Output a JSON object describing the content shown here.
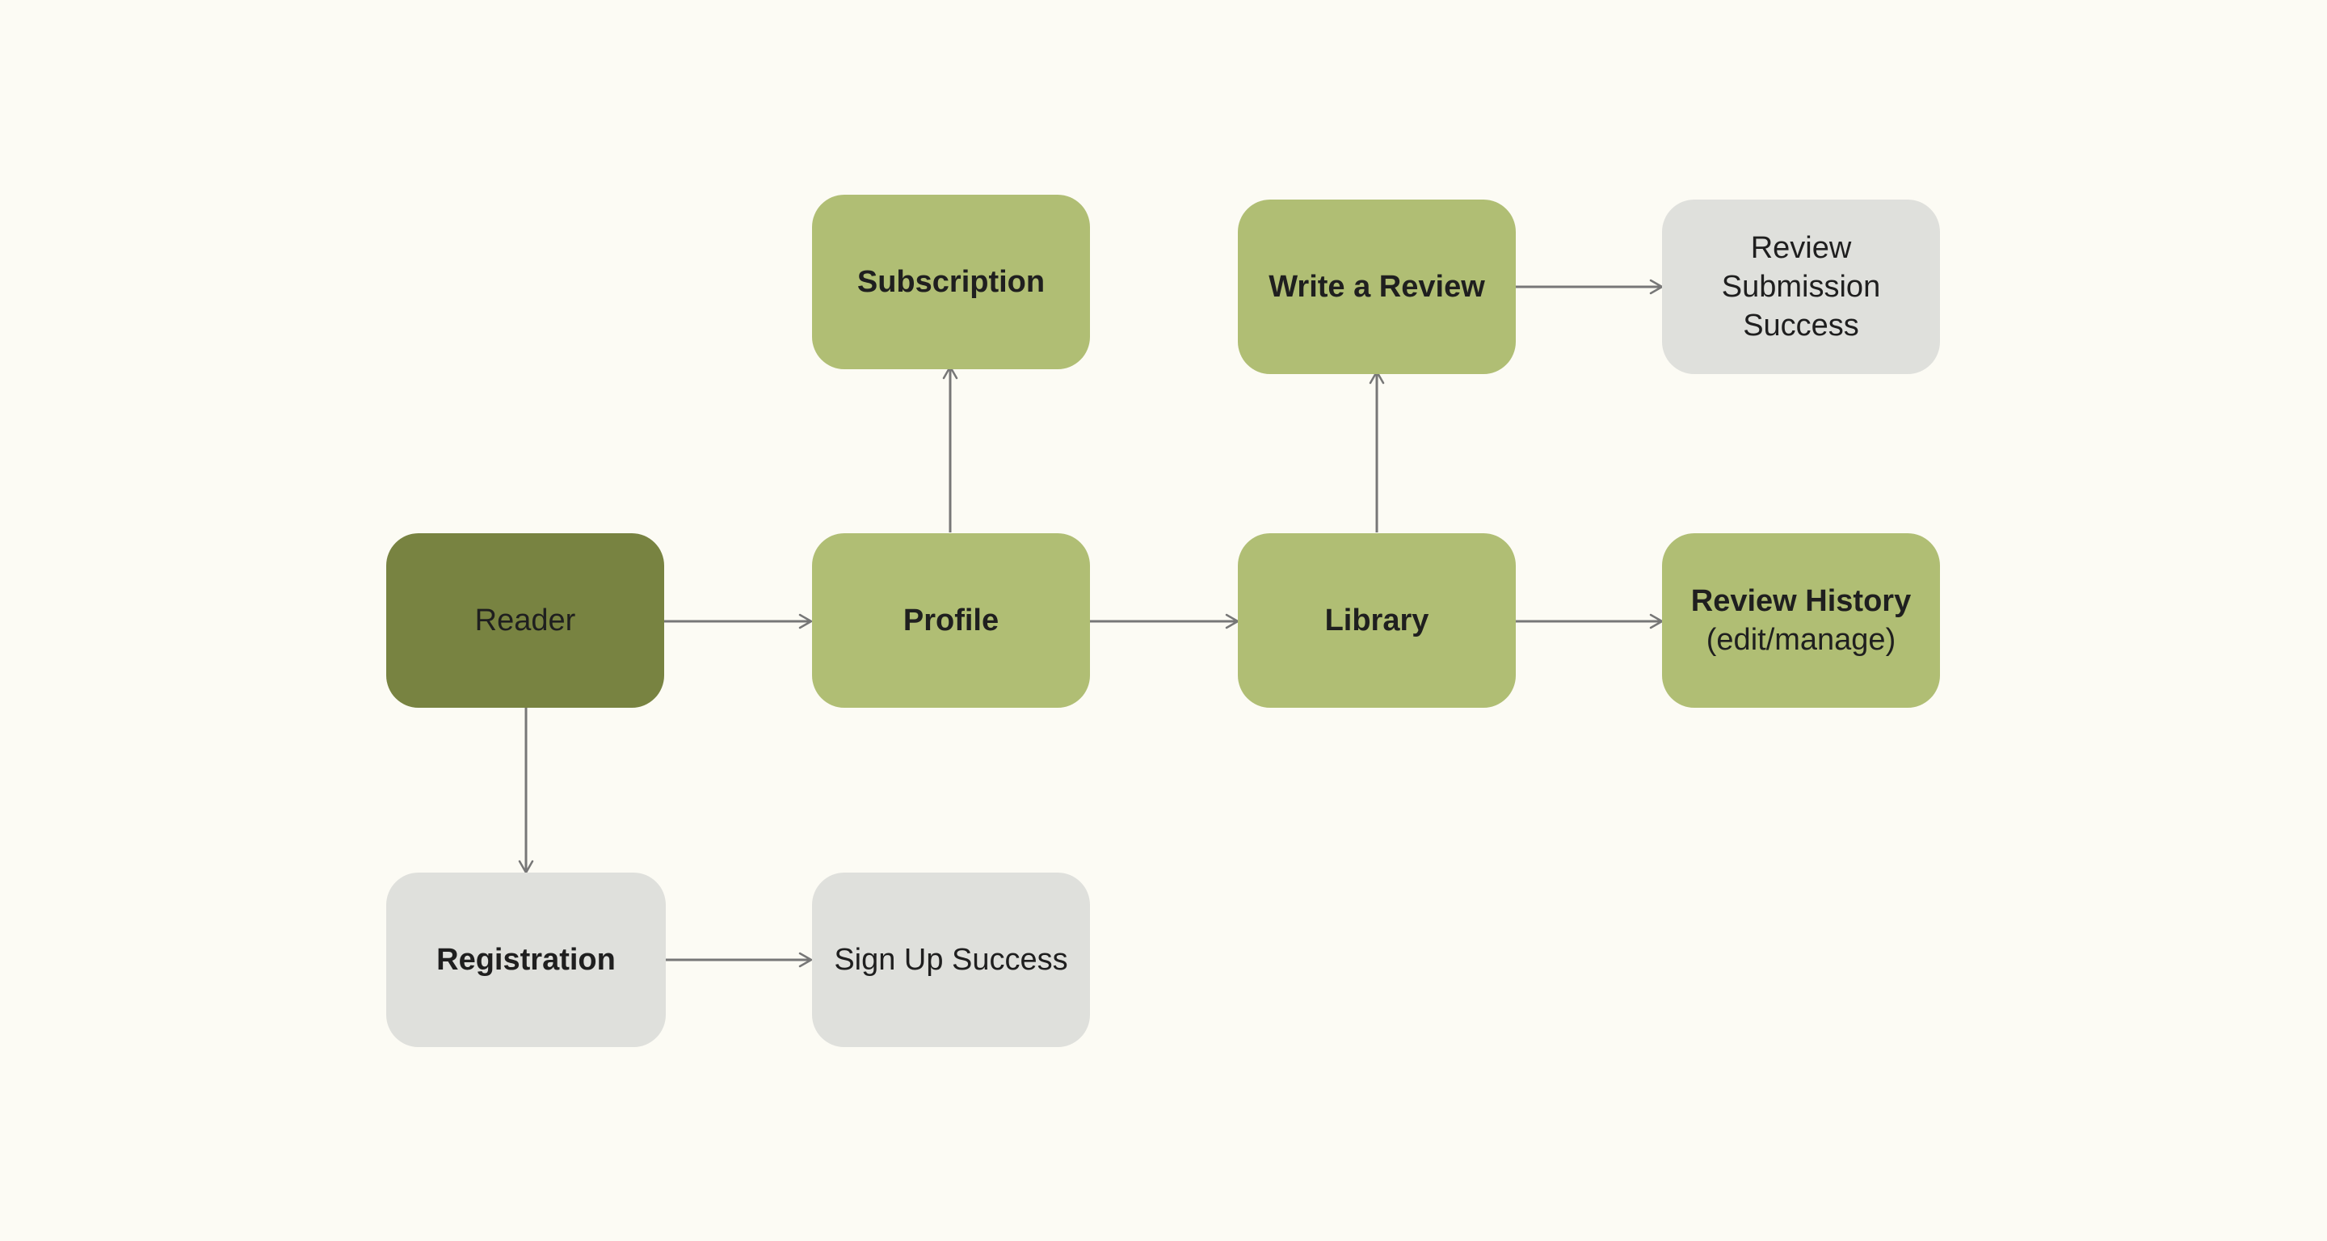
{
  "colors": {
    "background": "#fcfbf4",
    "start_node": "#788341",
    "main_node": "#b0be74",
    "outcome_node": "#dfe0dc",
    "connector": "#777777",
    "text": "#1f1f1f"
  },
  "nodes": {
    "reader": {
      "label": "Reader"
    },
    "profile": {
      "label": "Profile"
    },
    "library": {
      "label": "Library"
    },
    "review_history": {
      "title": "Review History",
      "subtitle": "(edit/manage)"
    },
    "subscription": {
      "label": "Subscription"
    },
    "write_review": {
      "label": "Write a Review"
    },
    "review_success": {
      "lines": [
        "Review",
        "Submission",
        "Success"
      ]
    },
    "registration": {
      "label": "Registration"
    },
    "sign_up_success": {
      "label": "Sign Up Success"
    }
  },
  "edges": [
    {
      "from": "reader",
      "to": "profile"
    },
    {
      "from": "profile",
      "to": "library"
    },
    {
      "from": "library",
      "to": "review_history"
    },
    {
      "from": "profile",
      "to": "subscription"
    },
    {
      "from": "library",
      "to": "write_review"
    },
    {
      "from": "write_review",
      "to": "review_success"
    },
    {
      "from": "reader",
      "to": "registration"
    },
    {
      "from": "registration",
      "to": "sign_up_success"
    }
  ]
}
